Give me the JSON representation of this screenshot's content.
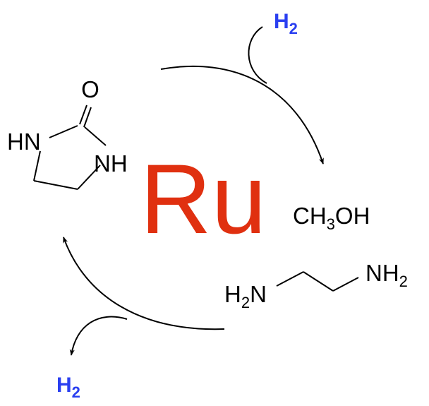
{
  "colors": {
    "metal": "#e03010",
    "hydrogen": "#2a3ff0",
    "ink": "#000000"
  },
  "metal": {
    "symbol": "Ru"
  },
  "hydrogen_in": {
    "main": "H",
    "sub": "2"
  },
  "hydrogen_out": {
    "main": "H",
    "sub": "2"
  },
  "urea": {
    "oxygen": "O",
    "nh_left": "HN",
    "nh_right": "NH"
  },
  "methanol": {
    "a": "CH",
    "sub": "3",
    "b": "OH"
  },
  "ethylenediamine": {
    "left_main": "H",
    "left_sub": "2",
    "left_tail": "N",
    "right_main": "NH",
    "right_sub": "2"
  }
}
